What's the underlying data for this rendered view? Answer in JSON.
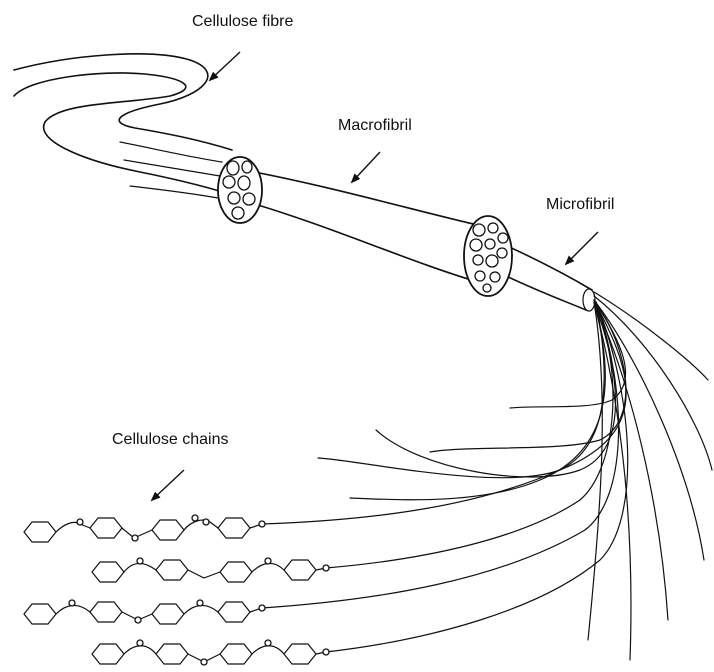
{
  "labels": {
    "fibre": "Cellulose fibre",
    "macrofibril": "Macrofibril",
    "microfibril": "Microfibril",
    "chains": "Cellulose chains"
  }
}
